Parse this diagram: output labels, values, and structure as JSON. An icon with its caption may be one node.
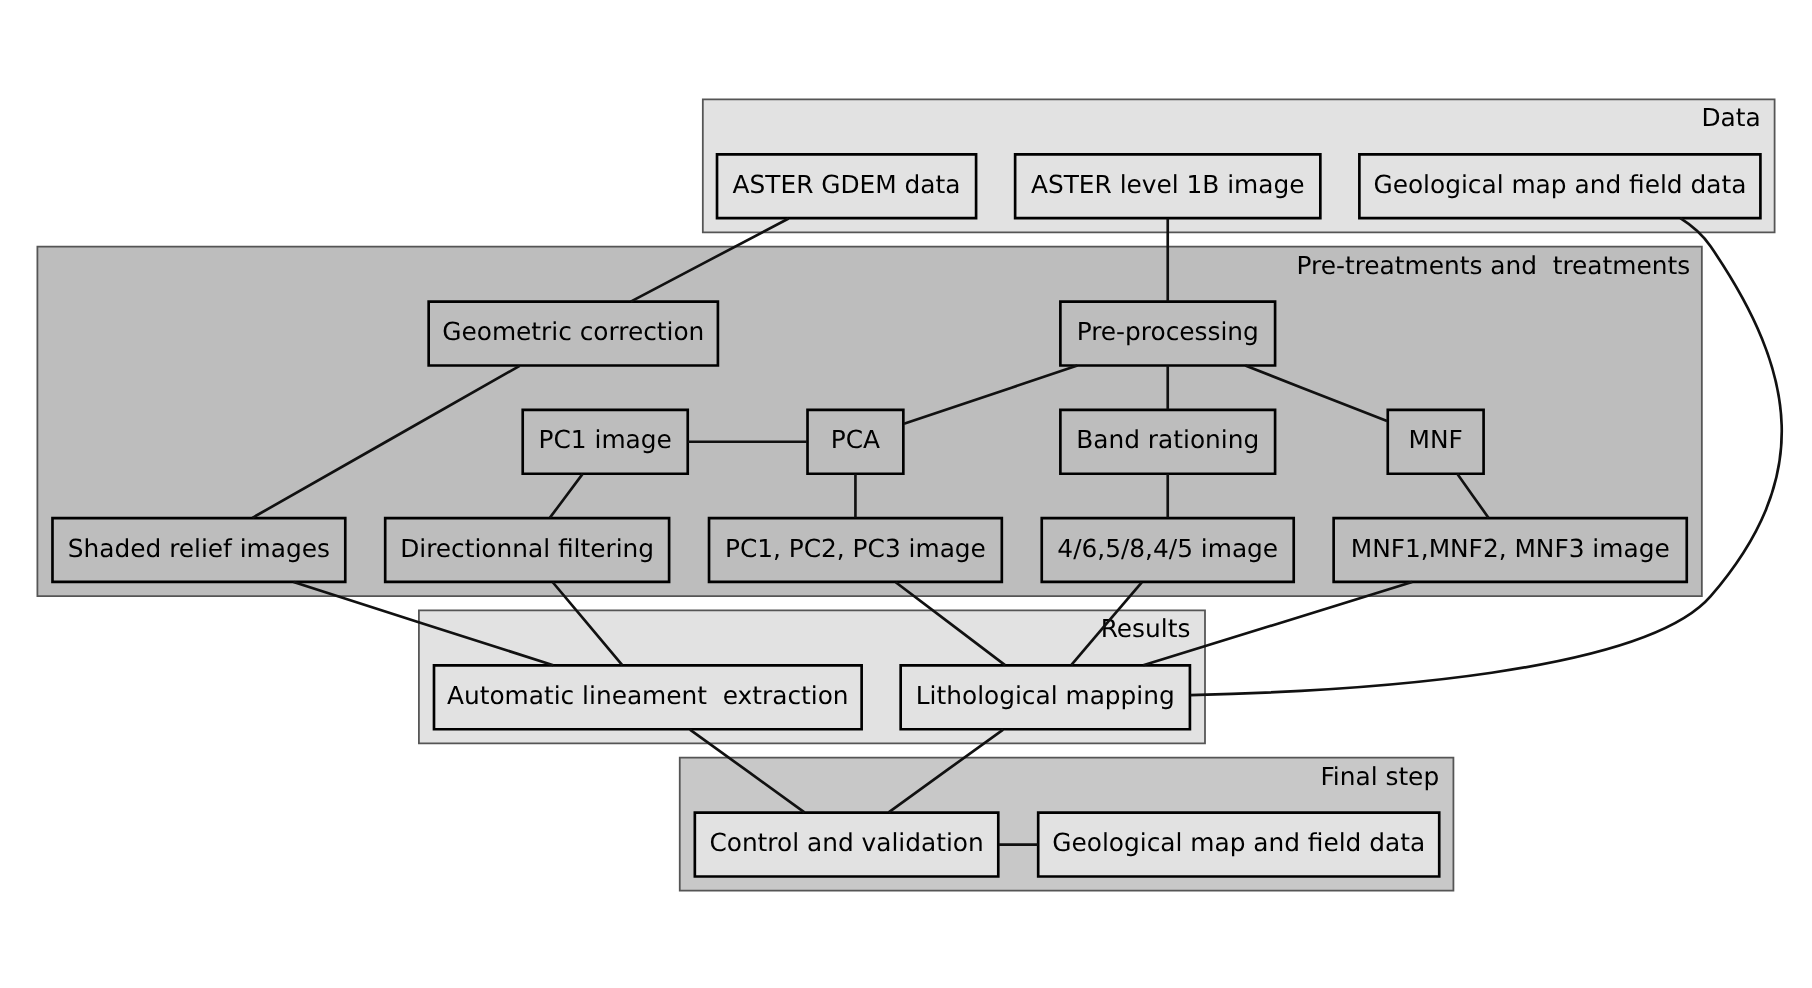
{
  "diagram": {
    "nodes": [
      {
        "text": [
          "Data"
        ]
      },
      {
        "text": [
          "ASTER GDEM data"
        ],
        "in": 0
      },
      {
        "text": [
          "ASTER level 1B image"
        ],
        "in": 0
      },
      {
        "text": [
          "Geological map and field data"
        ],
        "in": 0
      },
      {
        "text": [
          "Pre-treatments and  treatments"
        ]
      },
      {
        "text": [
          "Geometric correction"
        ],
        "in": 4
      },
      {
        "text": [
          "Pre-processing"
        ],
        "in": 4
      },
      {
        "text": [
          "PC1 image"
        ],
        "in": 4
      },
      {
        "text": [
          "PCA"
        ],
        "in": 4
      },
      {
        "text": [
          "Band rationing"
        ],
        "in": 4
      },
      {
        "text": [
          "MNF"
        ],
        "in": 4
      },
      {
        "text": [
          "Shaded relief images"
        ],
        "in": 4
      },
      {
        "text": [
          "Directionnal filtering"
        ],
        "in": 4
      },
      {
        "text": [
          "PC1, PC2, PC3 image"
        ],
        "in": 4
      },
      {
        "text": [
          "4/6,5/8,4/5 image"
        ],
        "in": 4
      },
      {
        "text": [
          "MNF1,MNF2, MNF3 image"
        ],
        "in": 4
      },
      {
        "text": [
          "Results"
        ]
      },
      {
        "text": [
          "Automatic lineament  extraction"
        ],
        "in": 16
      },
      {
        "text": [
          "Lithological mapping"
        ],
        "in": 16
      },
      {
        "text": [
          "Final step"
        ]
      },
      {
        "text": [
          "Control and validation"
        ],
        "in": 19
      },
      {
        "text": [
          "Geological map and field data"
        ],
        "in": 19
      }
    ],
    "edges": [
      {
        "from": 1,
        "to": 5,
        "arrow": "none"
      },
      {
        "from": 2,
        "to": 6,
        "arrow": "none"
      },
      {
        "from": 6,
        "to": 8,
        "arrow": "none"
      },
      {
        "from": 6,
        "to": 9,
        "arrow": "none"
      },
      {
        "from": 6,
        "to": 10,
        "arrow": "none"
      },
      {
        "from": 7,
        "to": 8,
        "arrow": "none"
      },
      {
        "from": 5,
        "to": 11,
        "arrow": "none"
      },
      {
        "from": 7,
        "to": 12,
        "arrow": "none"
      },
      {
        "from": 8,
        "to": 13,
        "arrow": "none"
      },
      {
        "from": 9,
        "to": 14,
        "arrow": "none"
      },
      {
        "from": 10,
        "to": 15,
        "arrow": "none"
      },
      {
        "from": 11,
        "to": 17,
        "arrow": "none"
      },
      {
        "from": 12,
        "to": 17,
        "arrow": "none"
      },
      {
        "from": 13,
        "to": 18,
        "arrow": "none"
      },
      {
        "from": 14,
        "to": 18,
        "arrow": "none"
      },
      {
        "from": 15,
        "to": 18,
        "arrow": "none"
      },
      {
        "from": 3,
        "to": 18,
        "arrow": "none"
      },
      {
        "from": 17,
        "to": 20,
        "arrow": "none"
      },
      {
        "from": 18,
        "to": 20,
        "arrow": "none"
      },
      {
        "from": 20,
        "to": 21,
        "arrow": "none"
      }
    ]
  }
}
